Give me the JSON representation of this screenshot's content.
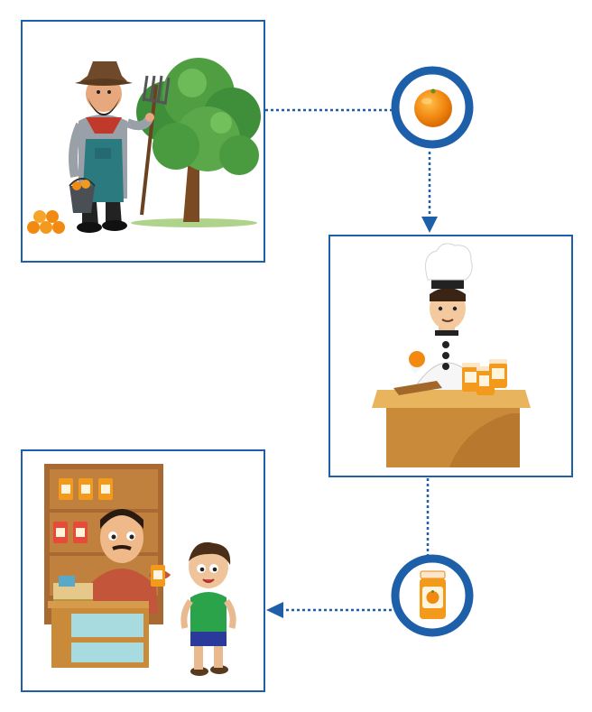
{
  "diagram": {
    "type": "process-flow",
    "title": "",
    "accent_color": "#1d5fa8",
    "stages": [
      {
        "id": "farmer",
        "label": "",
        "illustration": "farmer-picking-oranges"
      },
      {
        "id": "chef",
        "label": "",
        "illustration": "chef-making-jam"
      },
      {
        "id": "shopkeeper",
        "label": "",
        "illustration": "shopkeeper-selling-jam"
      }
    ],
    "nodes": [
      {
        "id": "orange",
        "icon": "orange-icon"
      },
      {
        "id": "jam",
        "icon": "jam-jar-icon"
      }
    ],
    "edges": [
      {
        "from": "farmer",
        "to": "orange",
        "style": "dotted"
      },
      {
        "from": "orange",
        "to": "chef",
        "style": "dotted-arrow"
      },
      {
        "from": "chef",
        "to": "jam",
        "style": "dotted"
      },
      {
        "from": "jam",
        "to": "shopkeeper",
        "style": "dotted-arrow"
      }
    ]
  }
}
